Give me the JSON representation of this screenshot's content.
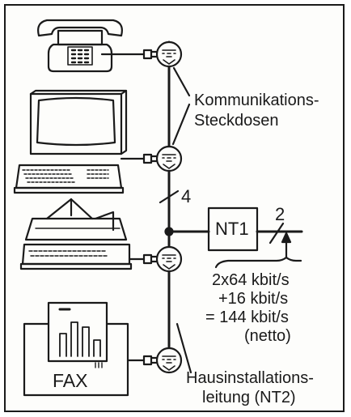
{
  "labels": {
    "kommunikation_1": "Kommunikations-",
    "kommunikation_2": "Steckdosen",
    "bus_wires": "4",
    "nt1": "NT1",
    "line_wires": "2",
    "rate_1": "2x64 kbit/s",
    "rate_2": "+16 kbit/s",
    "rate_3": "= 144 kbit/s",
    "rate_4": "(netto)",
    "fax": "FAX",
    "haus_1": "Hausinstallations-",
    "haus_2": "leitung (NT2)"
  },
  "devices": [
    {
      "icon": "telephone-icon"
    },
    {
      "icon": "computer-terminal-icon"
    },
    {
      "icon": "printer-icon"
    },
    {
      "icon": "fax-machine-icon"
    }
  ],
  "colors": {
    "ink": "#1a1a1a",
    "paper": "#fdfdfb"
  }
}
